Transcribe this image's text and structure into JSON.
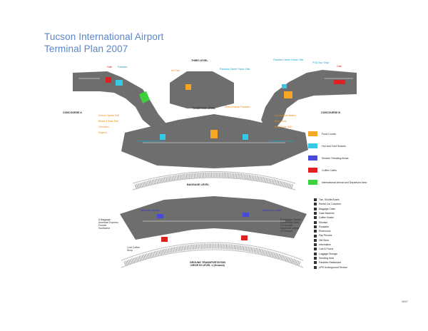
{
  "title_line1": "Tucson International Airport",
  "title_line2": "Terminal Plan 2007",
  "levels": {
    "third": "THIRD LEVEL",
    "ticketing": "TICKETING LEVEL",
    "baggage": "BAGGAGE LEVEL",
    "ground": "GROUND TRANSPORTATION DRIVE IN LEVEL 1 (Ground)"
  },
  "concourses": {
    "a": "CONCOURSE A",
    "b": "CONCOURSE B"
  },
  "labels": {
    "a_paradies": "Paradies",
    "a_cafe": "Cafe",
    "a_food": "Viva en Sports Grill",
    "a_food2": "Bread & Bean Deli",
    "a_food3": "Cinnabon",
    "a_food4": "Eegee's",
    "a_paradies2": "Paradies Desert Aircraft",
    "third_art": "Art Park",
    "third_paradies": "Paradies Desert Home Gifts",
    "tick_paradies": "Dean's Burrito Paradies",
    "b_paradies": "Paradies Desert Home Gifts",
    "b_ppf": "PGA Tour Shop",
    "b_cafe": "Cafe",
    "b_food": "Cornerstone Bakery",
    "b_food2": "Blue Hours",
    "b_food3": "Bear Down Grill",
    "b_paradies2": "Paradies Desert Home",
    "welcome_west": "Welcome Lounge",
    "welcome_east": "Welcome Lounge",
    "bag_west": "A Baggage: American Express Frontier Southwest",
    "bag_east": "B Baggage: Alaska Continental Delta US Airways Northwest United US Airways",
    "coffee": "Cold Coffee Shop"
  },
  "legend": [
    {
      "label": "Food Courts",
      "color": "#f5a623"
    },
    {
      "label": "Hot and Cold Snacks",
      "color": "#35c9e6"
    },
    {
      "label": "Smoker Smoking Areas",
      "color": "#4a4ad8"
    },
    {
      "label": "Coffee Cafes",
      "color": "#e02020"
    },
    {
      "label": "International Arrival and Departure Area",
      "color": "#3ed13e"
    }
  ],
  "symbols": [
    "Taxi, Shuttle Buses",
    "Rental Car Counters",
    "Baggage Claim",
    "Cash Machine",
    "Coffee Kiosks",
    "Elevator",
    "Escalator",
    "Restrooms",
    "Pay Phones",
    "Gift Store",
    "Information",
    "Lost & Found",
    "Luggage Storage",
    "Smoking Area",
    "Paradies Restaurant",
    "UPS Underground Service"
  ],
  "doc_number": "08/07"
}
